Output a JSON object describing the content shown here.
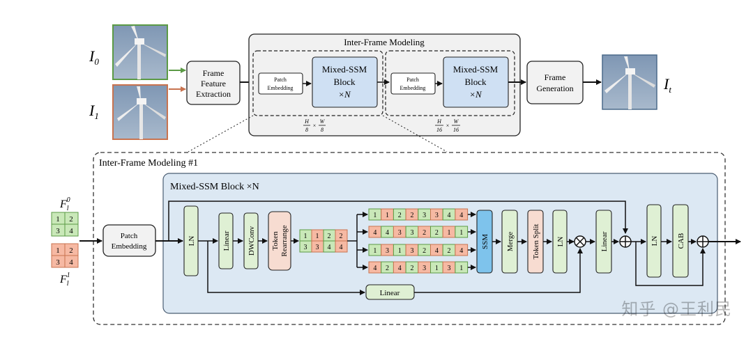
{
  "top": {
    "input0_label": "I",
    "input0_sub": "0",
    "input1_label": "I",
    "input1_sub": "1",
    "feature_extraction": [
      "Frame",
      "Feature",
      "Extraction"
    ],
    "inter_frame_title": "Inter-Frame Modeling",
    "patch_embedding_small": [
      "Patch",
      "Embedding"
    ],
    "mixed_ssm": [
      "Mixed-SSM",
      "Block",
      "×N"
    ],
    "scale1": {
      "num_top": "H",
      "den_top": "8",
      "num2": "W",
      "den2": "8"
    },
    "scale2": {
      "num_top": "H",
      "den_top": "16",
      "num2": "W",
      "den2": "16"
    },
    "frame_generation": [
      "Frame",
      "Generation"
    ],
    "output_label": "I",
    "output_sub": "t"
  },
  "detail": {
    "outer_title": "Inter-Frame Modeling #1",
    "block_title": "Mixed-SSM Block ×N",
    "f0_label": "F",
    "f0_sub": "l",
    "f0_sup": "0",
    "f1_label": "F",
    "f1_sub": "l",
    "f1_sup": "1",
    "f0_grid": [
      "1",
      "2",
      "3",
      "4"
    ],
    "f1_grid": [
      "1",
      "2",
      "3",
      "4"
    ],
    "patch_embedding": [
      "Patch",
      "Embedding"
    ],
    "ln1": "LN",
    "linear1": "Linear",
    "dwconv": "DWConv",
    "token_rearrange": [
      "Token",
      "Rearrange"
    ],
    "rearranged_row1": [
      "1",
      "1",
      "2",
      "2"
    ],
    "rearranged_row2": [
      "3",
      "3",
      "4",
      "4"
    ],
    "scan_rows": [
      [
        "1",
        "1",
        "2",
        "2",
        "3",
        "3",
        "4",
        "4"
      ],
      [
        "4",
        "4",
        "3",
        "3",
        "2",
        "2",
        "1",
        "1"
      ],
      [
        "1",
        "3",
        "1",
        "3",
        "2",
        "4",
        "2",
        "4"
      ],
      [
        "4",
        "2",
        "4",
        "2",
        "3",
        "1",
        "3",
        "1"
      ]
    ],
    "ssm": "SSM",
    "merge": "Merge",
    "token_split": "Token Split",
    "ln2": "LN",
    "linear_bottom": "Linear",
    "linear2": "Linear",
    "ln3": "LN",
    "cab": "CAB"
  },
  "watermark": "知乎 @王利民",
  "colors": {
    "green_fill": "#c9e8b8",
    "green_stroke": "#5b9a45",
    "orange_fill": "#f6b9a3",
    "orange_stroke": "#c8734f",
    "panel_bg": "#dce8f3",
    "panel_stroke": "#6a7f95",
    "mixed_fill": "#cfe0f3",
    "ssm_fill": "#7ec3ec",
    "gray_panel": "#f1f1f1"
  }
}
